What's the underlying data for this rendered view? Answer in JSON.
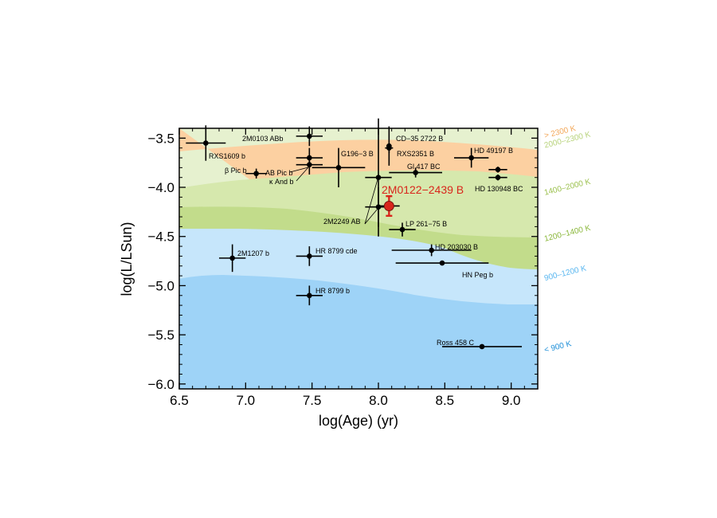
{
  "chart_data": {
    "type": "scatter",
    "title": "",
    "xlabel": "log(Age) (yr)",
    "ylabel": "log(L/LSun)",
    "xlim": [
      6.5,
      9.2
    ],
    "ylim": [
      -6.05,
      -3.4
    ],
    "xticks": [
      6.5,
      7.0,
      7.5,
      8.0,
      8.5,
      9.0
    ],
    "yticks": [
      -3.5,
      -4.0,
      -4.5,
      -5.0,
      -5.5,
      -6.0
    ],
    "xtick_labels": [
      "6.5",
      "7.0",
      "7.5",
      "8.0",
      "8.5",
      "9.0"
    ],
    "ytick_labels": [
      "−3.5",
      "−4.0",
      "−4.5",
      "−5.0",
      "−5.5",
      "−6.0"
    ],
    "grid": false,
    "bands": [
      {
        "name": "< 900 K",
        "color": "#9ed3f7",
        "label_color": "#1e8fd8",
        "label_y": -5.68
      },
      {
        "name": "900–1200 K",
        "color": "#c6e6fb",
        "label_color": "#5ab7f0",
        "label_y": -4.95
      },
      {
        "name": "1200–1400 K",
        "color": "#c2dc8b",
        "label_color": "#8bb83c",
        "label_y": -4.55
      },
      {
        "name": "1400–2000 K",
        "color": "#d6e8ad",
        "label_color": "#9cc14f",
        "label_y": -4.08
      },
      {
        "name": "2000–2300 K",
        "color": "#e6f1cf",
        "label_color": "#b8d37c",
        "label_y": -3.6
      },
      {
        "name": "> 2300 K",
        "color": "#fcd0a1",
        "label_color": "#f3a85a",
        "label_y": -3.5
      }
    ],
    "points": [
      {
        "name": "RXS1609 b",
        "x": 6.7,
        "y": -3.55,
        "xerr": 0.15,
        "yerr": 0.18
      },
      {
        "name": "2M0103 ABb",
        "x": 7.48,
        "y": -3.48,
        "xerr": 0.1,
        "yerr": 0.1
      },
      {
        "name": "β Pic b",
        "x": 7.08,
        "y": -3.86,
        "xerr": 0.08,
        "yerr": 0.05
      },
      {
        "name": "AB Pic b",
        "x": 7.48,
        "y": -3.7,
        "xerr": 0.1,
        "yerr": 0.1
      },
      {
        "name": "κ And b",
        "x": 7.48,
        "y": -3.77,
        "xerr": 0.1,
        "yerr": 0.1
      },
      {
        "name": "G196−3 B",
        "x": 7.7,
        "y": -3.8,
        "xerr": 0.2,
        "yerr": 0.2
      },
      {
        "name": "CD−35 2722 B",
        "x": 8.08,
        "y": -3.58,
        "xerr": 0.02,
        "yerr": 0.2
      },
      {
        "name": "RXS2351 B",
        "x": 8.08,
        "y": -3.6,
        "xerr": 0.03,
        "yerr": 0.05
      },
      {
        "name": "HD 49197 B",
        "x": 8.7,
        "y": -3.7,
        "xerr": 0.13,
        "yerr": 0.1
      },
      {
        "name": "Gl 417 BC",
        "x": 8.28,
        "y": -3.85,
        "xerr": 0.2,
        "yerr": 0.05
      },
      {
        "name": "HD 130948 BC",
        "x": 8.9,
        "y": -3.82,
        "xerr": 0.07,
        "yerr": 0.03
      },
      {
        "name": "HD 130948 BC",
        "x": 8.9,
        "y": -3.9,
        "xerr": 0.07,
        "yerr": 0.03
      },
      {
        "name": "2M2249 AB",
        "x": 8.0,
        "y": -3.9,
        "xerr": 0.1,
        "yerr": 0.6
      },
      {
        "name": "2M2249 AB",
        "x": 8.0,
        "y": -4.2,
        "xerr": 0.1,
        "yerr": 0.2
      },
      {
        "name": "LP 261−75 B",
        "x": 8.18,
        "y": -4.43,
        "xerr": 0.1,
        "yerr": 0.07
      },
      {
        "name": "HD 203030 B",
        "x": 8.4,
        "y": -4.64,
        "xerr": 0.3,
        "yerr": 0.06
      },
      {
        "name": "HN Peg b",
        "x": 8.48,
        "y": -4.77,
        "xerr": 0.35,
        "yerr": 0.02
      },
      {
        "name": "2M1207 b",
        "x": 6.9,
        "y": -4.72,
        "xerr": 0.1,
        "yerr": 0.14
      },
      {
        "name": "HR 8799 cde",
        "x": 7.48,
        "y": -4.7,
        "xerr": 0.1,
        "yerr": 0.1
      },
      {
        "name": "HR 8799 b",
        "x": 7.48,
        "y": -5.1,
        "xerr": 0.1,
        "yerr": 0.1
      },
      {
        "name": "Ross 458 C",
        "x": 8.78,
        "y": -5.62,
        "xerr": 0.3,
        "yerr": 0.02
      }
    ],
    "highlight": {
      "name": "2M0122−2439 B",
      "x": 8.08,
      "y": -4.19,
      "xerr": 0.08,
      "yerr": 0.1,
      "color": "#d9261c"
    }
  }
}
